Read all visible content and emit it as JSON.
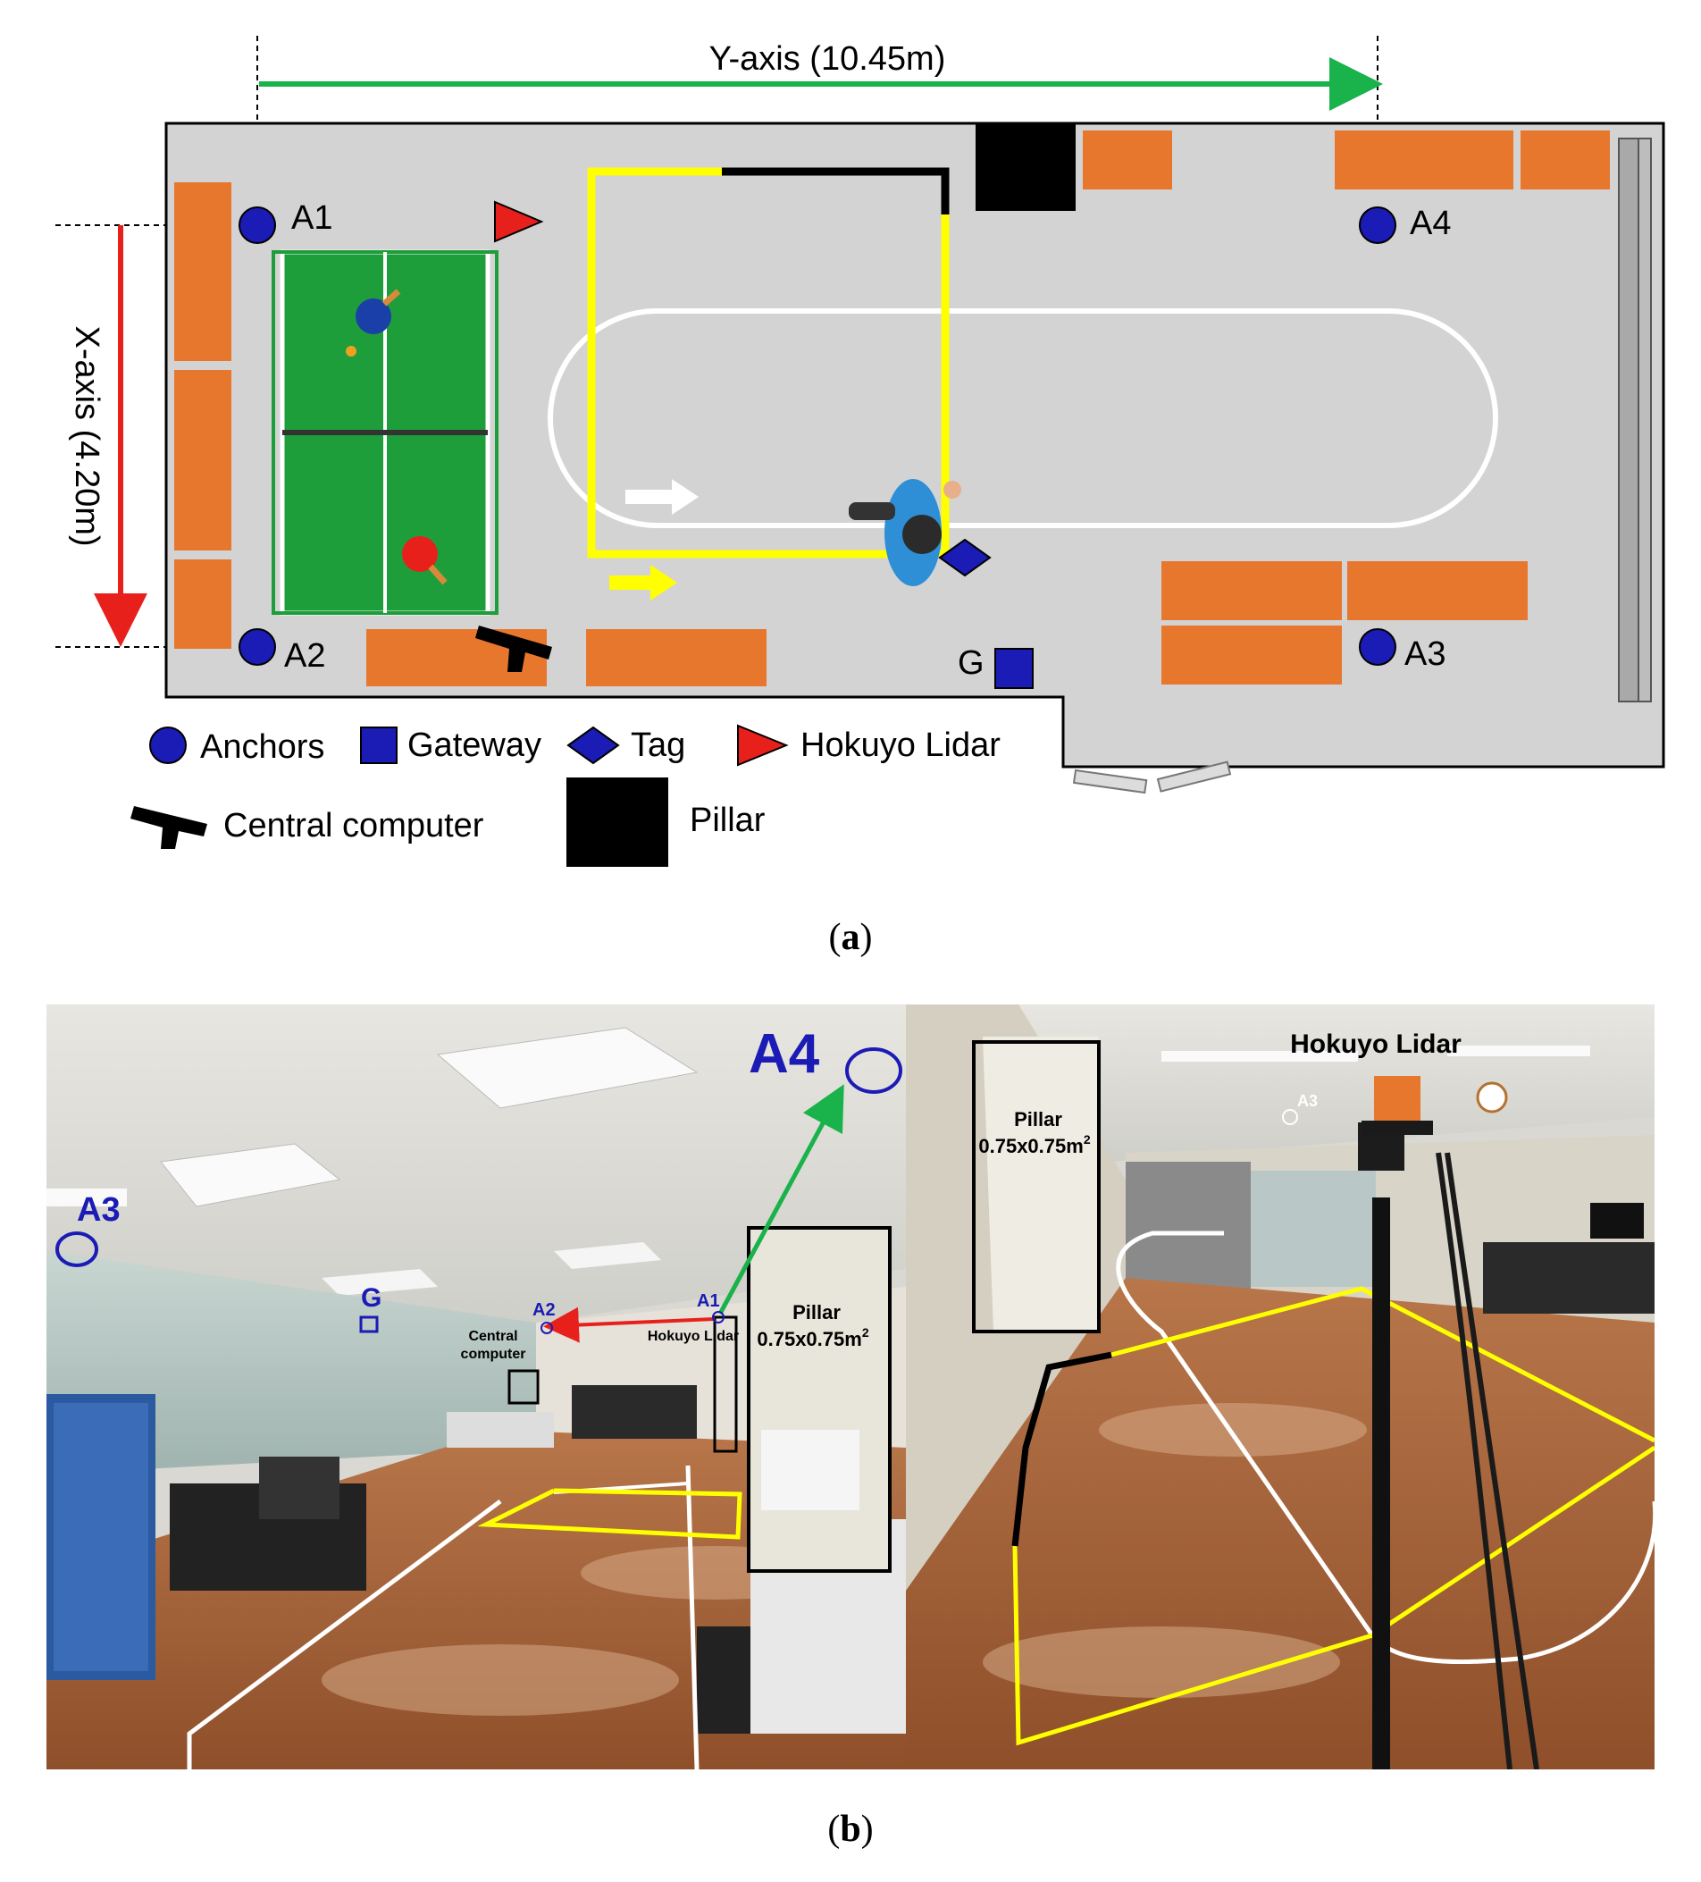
{
  "panel_a": {
    "caption_open": "(",
    "caption_letter": "a",
    "caption_close": ")",
    "y_axis_label": "Y-axis (10.45m)",
    "x_axis_label": "X-axis (4.20m)",
    "anchors": [
      "A1",
      "A2",
      "A3",
      "A4"
    ],
    "gateway_label": "G",
    "legend": {
      "anchors": "Anchors",
      "gateway": "Gateway",
      "tag": "Tag",
      "lidar": "Hokuyo Lidar",
      "computer": "Central computer",
      "pillar": "Pillar"
    },
    "colors": {
      "floor": "#d3d3d3",
      "desk": "#e8772e",
      "table": "#1e9e3a",
      "anchor": "#1b1bb5",
      "lidar": "#e8201c",
      "path_yellow": "#ffff00",
      "axis_green": "#19b24b",
      "axis_red": "#e8201c"
    }
  },
  "panel_b": {
    "caption_open": "(",
    "caption_letter": "b",
    "caption_close": ")",
    "left_photo": {
      "a4": "A4",
      "a3": "A3",
      "g": "G",
      "a2": "A2",
      "a1": "A1",
      "central_computer_line1": "Central",
      "central_computer_line2": "computer",
      "hokuyo_lidar": "Hokuyo Lidar",
      "pillar_title": "Pillar",
      "pillar_size": "0.75x0.75m",
      "pillar_sup": "2"
    },
    "right_photo": {
      "hokuyo_lidar": "Hokuyo Lidar",
      "a3": "A3",
      "pillar_title": "Pillar",
      "pillar_size": "0.75x0.75m",
      "pillar_sup": "2"
    }
  }
}
